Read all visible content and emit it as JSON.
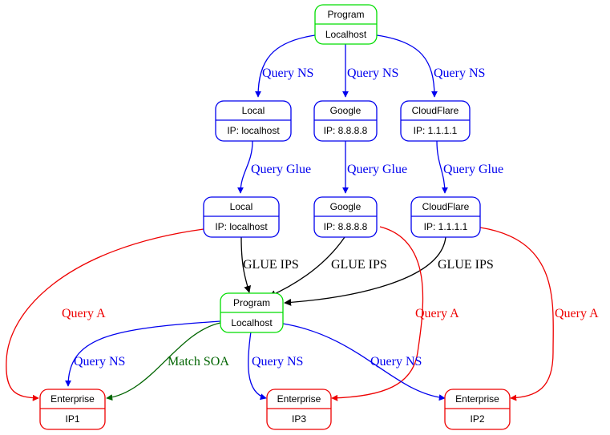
{
  "colors": {
    "program": "#00dd00",
    "dns": "#0000ee",
    "enterprise": "#ee0000",
    "query_ns": "#0000ee",
    "query_glue": "#0000ee",
    "glue_ips": "#000000",
    "query_a": "#ee0000",
    "match_soa": "#006400"
  },
  "nodes": {
    "program_top": {
      "title": "Program",
      "subtitle": "Localhost"
    },
    "local_1": {
      "title": "Local",
      "subtitle": "IP: localhost"
    },
    "google_1": {
      "title": "Google",
      "subtitle": "IP: 8.8.8.8"
    },
    "cloudflare_1": {
      "title": "CloudFlare",
      "subtitle": "IP: 1.1.1.1"
    },
    "local_2": {
      "title": "Local",
      "subtitle": "IP: localhost"
    },
    "google_2": {
      "title": "Google",
      "subtitle": "IP: 8.8.8.8"
    },
    "cloudflare_2": {
      "title": "CloudFlare",
      "subtitle": "IP: 1.1.1.1"
    },
    "program_mid": {
      "title": "Program",
      "subtitle": "Localhost"
    },
    "enterprise_ip1": {
      "title": "Enterprise",
      "subtitle": "IP1"
    },
    "enterprise_ip3": {
      "title": "Enterprise",
      "subtitle": "IP3"
    },
    "enterprise_ip2": {
      "title": "Enterprise",
      "subtitle": "IP2"
    }
  },
  "edges": {
    "query_ns_local": "Query NS",
    "query_ns_google": "Query NS",
    "query_ns_cloudflare": "Query NS",
    "query_glue_local": "Query Glue",
    "query_glue_google": "Query Glue",
    "query_glue_cloudflare": "Query Glue",
    "glue_ips_local": "GLUE IPS",
    "glue_ips_google": "GLUE IPS",
    "glue_ips_cloudflare": "GLUE IPS",
    "query_a_local": "Query A",
    "query_a_google": "Query A",
    "query_a_cloudflare": "Query A",
    "query_ns_ip1": "Query NS",
    "match_soa_ip1": "Match SOA",
    "query_ns_ip3": "Query NS",
    "query_ns_ip2": "Query NS"
  }
}
